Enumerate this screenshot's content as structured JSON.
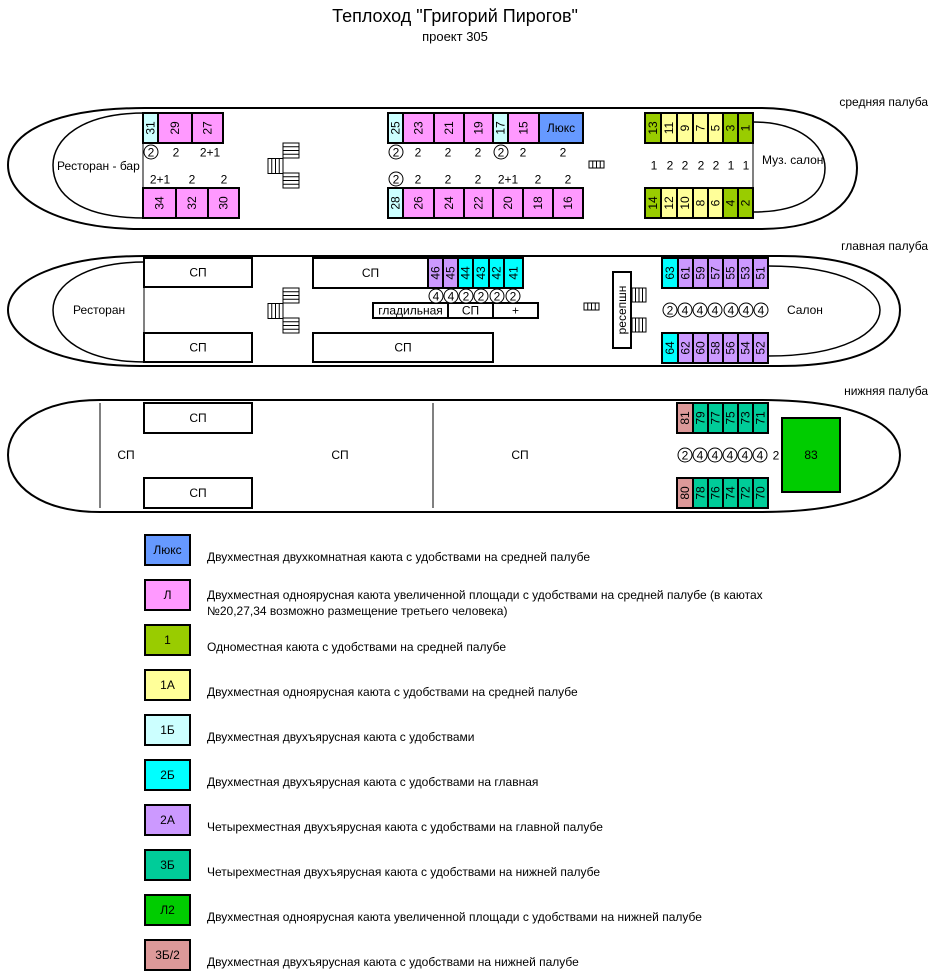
{
  "title": "Теплоход \"Григорий Пирогов\"",
  "subtitle": "проект 305",
  "colors": {
    "Люкс": "#6699ff",
    "Л": "#ff99ff",
    "1": "#99cc00",
    "1А": "#ffff99",
    "1Б": "#ccffff",
    "2Б": "#00ffff",
    "2А": "#cc99ff",
    "3Б": "#00cc99",
    "Л2": "#00cc00",
    "3Б/2": "#dd9999"
  },
  "middle_deck": {
    "label": "средняя палуба",
    "rooms": {
      "restaurant": "Ресторан - бар",
      "salon": "Муз. салон"
    },
    "cabin_rows": [
      [
        [
          "31",
          "1Б"
        ],
        [
          "29",
          "Л"
        ],
        [
          "27",
          "Л"
        ]
      ],
      [
        [
          "25",
          "1Б"
        ],
        [
          "23",
          "Л"
        ],
        [
          "21",
          "Л"
        ],
        [
          "19",
          "Л"
        ],
        [
          "17",
          "1Б"
        ],
        [
          "15",
          "Л"
        ],
        [
          "Люкс",
          "Люкс"
        ]
      ],
      [
        [
          "13",
          "1"
        ],
        [
          "11",
          "1А"
        ],
        [
          "9",
          "1А"
        ],
        [
          "7",
          "1А"
        ],
        [
          "5",
          "1А"
        ],
        [
          "3",
          "1"
        ],
        [
          "1",
          "1"
        ]
      ],
      [
        [
          "34",
          "Л"
        ],
        [
          "32",
          "Л"
        ],
        [
          "30",
          "Л"
        ]
      ],
      [
        [
          "28",
          "1Б"
        ],
        [
          "26",
          "Л"
        ],
        [
          "24",
          "Л"
        ],
        [
          "22",
          "Л"
        ],
        [
          "20",
          "Л"
        ],
        [
          "18",
          "Л"
        ],
        [
          "16",
          "Л"
        ]
      ],
      [
        [
          "14",
          "1"
        ],
        [
          "12",
          "1А"
        ],
        [
          "10",
          "1А"
        ],
        [
          "8",
          "1А"
        ],
        [
          "6",
          "1А"
        ],
        [
          "4",
          "1"
        ],
        [
          "2",
          "1"
        ]
      ]
    ],
    "capacity_rows": [
      [
        {
          "v": "2",
          "c": true
        },
        {
          "v": "2"
        },
        {
          "v": "2+1"
        },
        {
          "v": "2",
          "c": true
        },
        {
          "v": "2"
        },
        {
          "v": "2"
        },
        {
          "v": "2"
        },
        {
          "v": "2",
          "c": true
        },
        {
          "v": "2"
        },
        {
          "v": "2"
        }
      ],
      [
        {
          "v": "2+1"
        },
        {
          "v": "2"
        },
        {
          "v": "2"
        },
        {
          "v": "2",
          "c": true
        },
        {
          "v": "2"
        },
        {
          "v": "2"
        },
        {
          "v": "2"
        },
        {
          "v": "2+1"
        },
        {
          "v": "2"
        },
        {
          "v": "2"
        }
      ],
      [
        {
          "v": "1"
        },
        {
          "v": "2"
        },
        {
          "v": "2"
        },
        {
          "v": "2"
        },
        {
          "v": "2"
        },
        {
          "v": "1"
        },
        {
          "v": "1"
        }
      ]
    ]
  },
  "main_deck": {
    "label": "главная палуба",
    "rooms": {
      "restaurant": "Ресторан",
      "salon": "Салон",
      "reception": "ресепшн",
      "ironing": "гладильная",
      "service": "СП",
      "medical": "+"
    },
    "cabin_rows": [
      [
        [
          "46",
          "2А"
        ],
        [
          "45",
          "2А"
        ],
        [
          "44",
          "2Б"
        ],
        [
          "43",
          "2Б"
        ],
        [
          "42",
          "2Б"
        ],
        [
          "41",
          "2Б"
        ]
      ],
      [
        [
          "63",
          "2Б"
        ],
        [
          "61",
          "2А"
        ],
        [
          "59",
          "2А"
        ],
        [
          "57",
          "2А"
        ],
        [
          "55",
          "2А"
        ],
        [
          "53",
          "2А"
        ],
        [
          "51",
          "2А"
        ]
      ],
      [
        [
          "64",
          "2Б"
        ],
        [
          "62",
          "2А"
        ],
        [
          "60",
          "2А"
        ],
        [
          "58",
          "2А"
        ],
        [
          "56",
          "2А"
        ],
        [
          "54",
          "2А"
        ],
        [
          "52",
          "2А"
        ]
      ]
    ],
    "capacity_rows": [
      [
        {
          "v": "4",
          "c": true
        },
        {
          "v": "4",
          "c": true
        },
        {
          "v": "2",
          "c": true
        },
        {
          "v": "2",
          "c": true
        },
        {
          "v": "2",
          "c": true
        },
        {
          "v": "2",
          "c": true
        }
      ],
      [
        {
          "v": "2",
          "c": true
        },
        {
          "v": "4",
          "c": true
        },
        {
          "v": "4",
          "c": true
        },
        {
          "v": "4",
          "c": true
        },
        {
          "v": "4",
          "c": true
        },
        {
          "v": "4",
          "c": true
        },
        {
          "v": "4",
          "c": true
        }
      ]
    ]
  },
  "lower_deck": {
    "label": "нижняя палуба",
    "rooms": {
      "service": "СП"
    },
    "cabin_rows": [
      [
        [
          "81",
          "3Б/2"
        ],
        [
          "79",
          "3Б"
        ],
        [
          "77",
          "3Б"
        ],
        [
          "75",
          "3Б"
        ],
        [
          "73",
          "3Б"
        ],
        [
          "71",
          "3Б"
        ]
      ],
      [
        [
          "80",
          "3Б/2"
        ],
        [
          "78",
          "3Б"
        ],
        [
          "76",
          "3Б"
        ],
        [
          "74",
          "3Б"
        ],
        [
          "72",
          "3Б"
        ],
        [
          "70",
          "3Б"
        ]
      ]
    ],
    "capacity_rows": [
      [
        {
          "v": "2",
          "c": true
        },
        {
          "v": "4",
          "c": true
        },
        {
          "v": "4",
          "c": true
        },
        {
          "v": "4",
          "c": true
        },
        {
          "v": "4",
          "c": true
        },
        {
          "v": "4",
          "c": true
        },
        {
          "v": "2"
        }
      ]
    ],
    "big_cabin": {
      "number": "83",
      "type": "Л2"
    }
  },
  "legend": [
    {
      "code": "Люкс",
      "text": "Двухместная двухкомнатная каюта с удобствами на средней палубе"
    },
    {
      "code": "Л",
      "text": "Двухместная одноярусная каюта увеличенной площади с удобствами на средней палубе (в каютах №20,27,34 возможно размещение третьего человека)"
    },
    {
      "code": "1",
      "text": "Одноместная каюта с удобствами на средней палубе"
    },
    {
      "code": "1А",
      "text": "Двухместная одноярусная каюта с удобствами на средней палубе"
    },
    {
      "code": "1Б",
      "text": "Двухместная двухъярусная каюта с удобствами"
    },
    {
      "code": "2Б",
      "text": "Двухместная двухъярусная каюта с удобствами на главная"
    },
    {
      "code": "2А",
      "text": "Четырехместная двухъярусная каюта с удобствами на главной палубе"
    },
    {
      "code": "3Б",
      "text": "Четырехместная двухъярусная каюта с удобствами на нижней палубе"
    },
    {
      "code": "Л2",
      "text": "Двухместная одноярусная каюта увеличенной площади с удобствами на нижней палубе"
    },
    {
      "code": "3Б/2",
      "text": "Двухместная двухъярусная каюта с удобствами на нижней палубе"
    }
  ]
}
